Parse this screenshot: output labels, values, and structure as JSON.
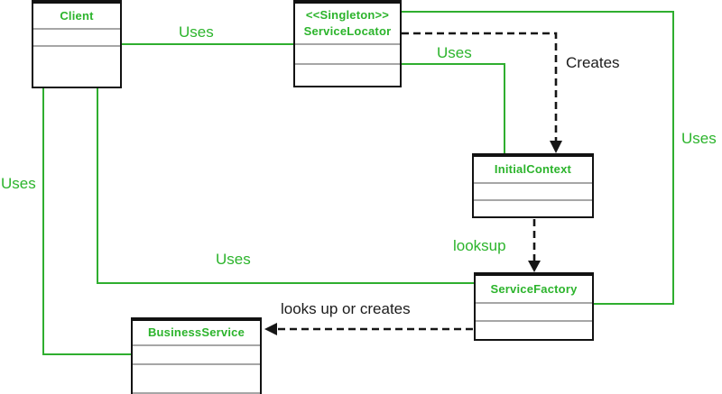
{
  "diagram": {
    "title_hint": "Service Locator design pattern UML diagram",
    "colors": {
      "green_line": "#2fae2f",
      "green_text": "#2cb42c",
      "black_text": "#1c1c1c",
      "box_border": "#121212",
      "compartment_divider": "#a6a6a6",
      "background": "#ffffff"
    },
    "classes": [
      {
        "name": "Client"
      },
      {
        "stereotype": "<<Singleton>>",
        "name": "ServiceLocator"
      },
      {
        "name": "InitialContext"
      },
      {
        "name": "ServiceFactory"
      },
      {
        "name": "BusinessService"
      }
    ],
    "edges": [
      {
        "label": "Uses",
        "from": "Client",
        "to": "ServiceLocator",
        "style": "solid-green"
      },
      {
        "label": "Uses",
        "from": "ServiceLocator",
        "to": "InitialContext",
        "style": "solid-green"
      },
      {
        "label": "Creates",
        "from": "ServiceLocator",
        "to": "InitialContext",
        "style": "dashed-black-arrow"
      },
      {
        "label": "Uses",
        "from": "ServiceLocator",
        "to": "ServiceFactory",
        "style": "solid-green"
      },
      {
        "label": "Uses",
        "from": "Client",
        "to": "BusinessService",
        "style": "solid-green"
      },
      {
        "label": "Uses",
        "from": "Client",
        "to": "ServiceFactory",
        "style": "solid-green"
      },
      {
        "label": "looksup",
        "from": "InitialContext",
        "to": "ServiceFactory",
        "style": "dashed-black-arrow"
      },
      {
        "label": "looks up or creates",
        "from": "ServiceFactory",
        "to": "BusinessService",
        "style": "dashed-black-arrow"
      }
    ]
  }
}
